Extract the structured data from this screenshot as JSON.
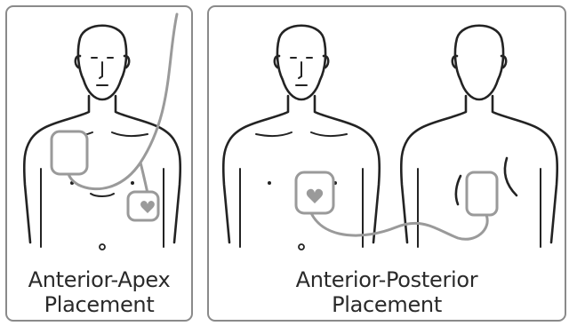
{
  "panels": [
    {
      "caption_line1": "Anterior-Apex",
      "caption_line2": "Placement"
    },
    {
      "caption_line1": "Anterior-Posterior",
      "caption_line2": "Placement"
    }
  ],
  "colors": {
    "outline": "#232323",
    "pad_and_cable": "#9a9a9a",
    "panel_border": "#8a8a8a"
  }
}
